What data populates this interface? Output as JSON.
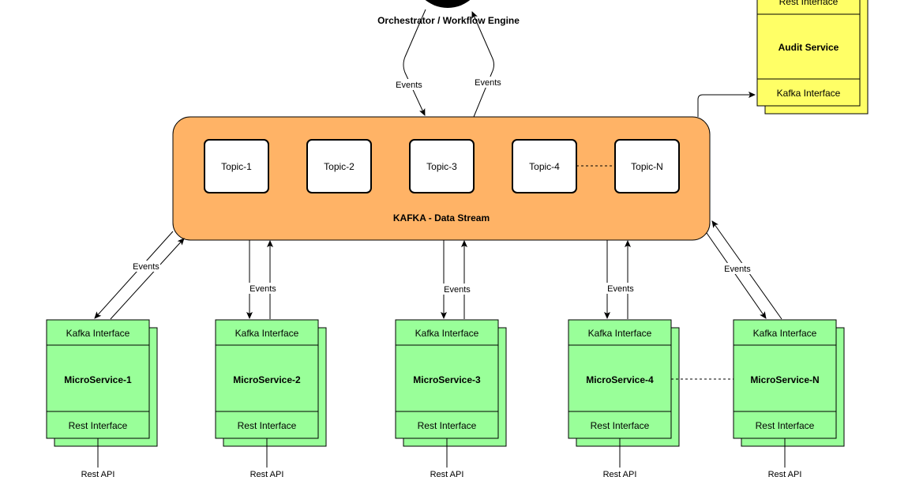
{
  "orchestrator": {
    "label": "Orchestrator / Workflow Engine",
    "color": "#000000"
  },
  "kafka": {
    "label": "KAFKA - Data Stream",
    "color": "#FFB366",
    "topics": [
      "Topic-1",
      "Topic-2",
      "Topic-3",
      "Topic-4",
      "Topic-N"
    ]
  },
  "audit": {
    "title": "Audit Service",
    "top_section": "Rest Interface",
    "bottom_section": "Kafka Interface",
    "color": "#FFFF66"
  },
  "edge_label": "Events",
  "microservices": [
    {
      "name": "MicroService-1",
      "top": "Kafka Interface",
      "bottom": "Rest Interface",
      "api": "Rest API"
    },
    {
      "name": "MicroService-2",
      "top": "Kafka Interface",
      "bottom": "Rest Interface",
      "api": "Rest API"
    },
    {
      "name": "MicroService-3",
      "top": "Kafka Interface",
      "bottom": "Rest Interface",
      "api": "Rest API"
    },
    {
      "name": "MicroService-4",
      "top": "Kafka Interface",
      "bottom": "Rest Interface",
      "api": "Rest API"
    },
    {
      "name": "MicroService-N",
      "top": "Kafka Interface",
      "bottom": "Rest Interface",
      "api": "Rest API"
    }
  ],
  "microservice_color": "#99FF99"
}
